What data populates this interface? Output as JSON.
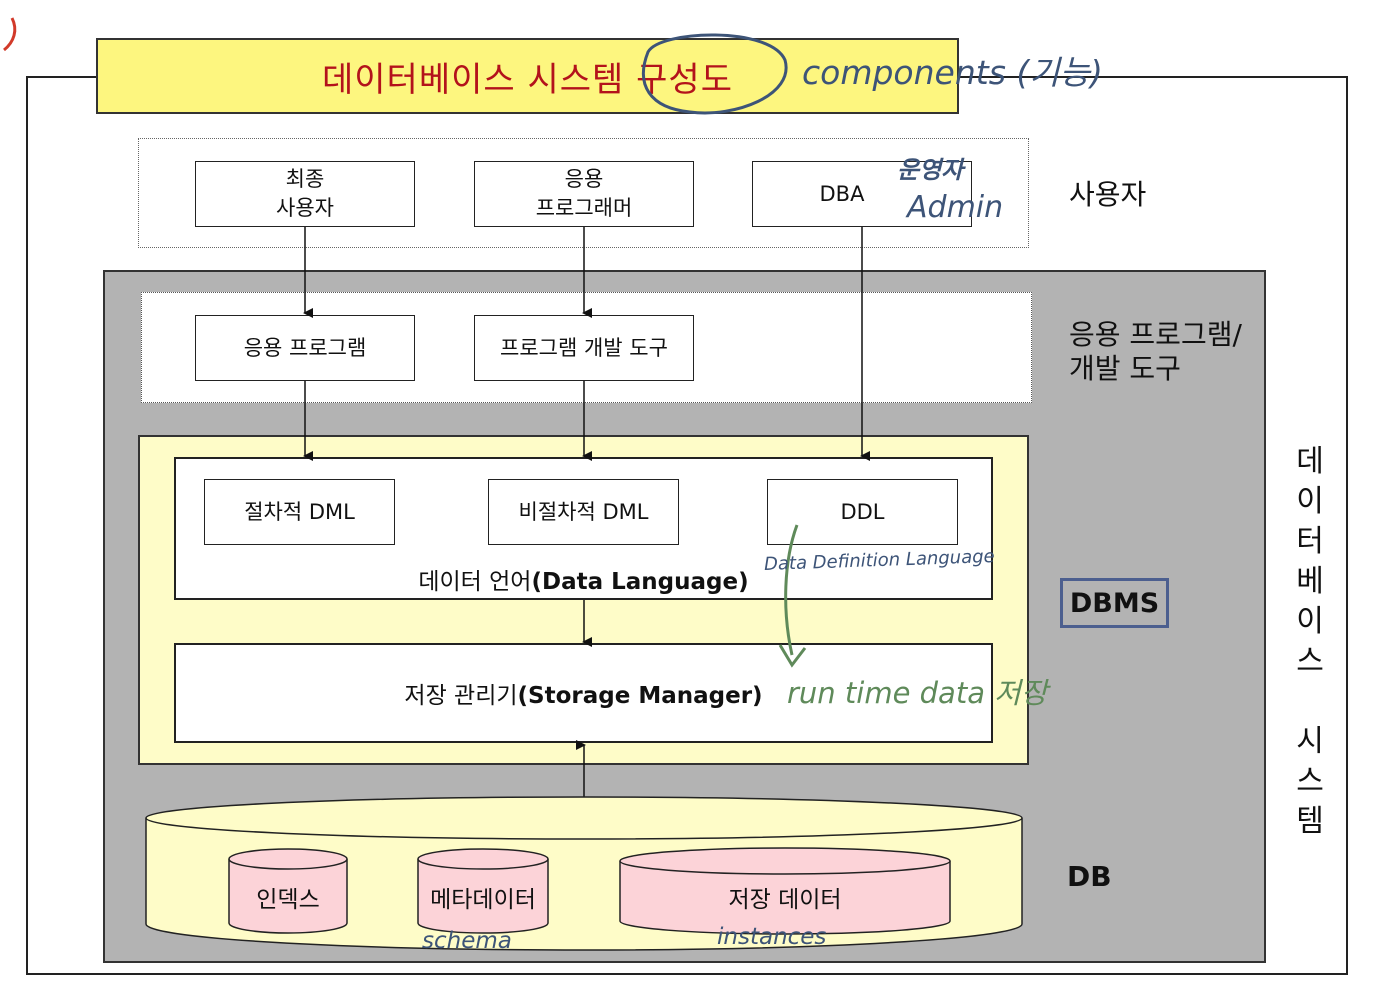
{
  "title": {
    "main": "데이터베이스 시스템 구성도"
  },
  "users": {
    "end_user": [
      "최종",
      "사용자"
    ],
    "app_programmer": [
      "응용",
      "프로그래머"
    ],
    "dba": "DBA"
  },
  "apps": {
    "app_program": "응용 프로그램",
    "dev_tool": "프로그램 개발 도구"
  },
  "dbms": {
    "procedural_dml": "절차적 DML",
    "nonprocedural_dml": "비절차적 DML",
    "ddl": "DDL",
    "data_language_ko": "데이터 언어",
    "data_language_en": "(Data Language)",
    "storage_manager_ko": "저장 관리기",
    "storage_manager_en": "(Storage Manager)"
  },
  "db": {
    "index": "인덱스",
    "metadata": "메타데이터",
    "stored_data": "저장 데이터"
  },
  "side_labels": {
    "users": "사용자",
    "apps_line1": "응용 프로그램/",
    "apps_line2": "개발 도구",
    "dbms": "DBMS",
    "db": "DB",
    "system_vertical": [
      "데",
      "이",
      "터",
      "베",
      "이",
      "스",
      "",
      "시",
      "스",
      "템"
    ]
  },
  "handwritten_notes": {
    "components": "components (기능)",
    "operator": "운영자",
    "admin": "Admin",
    "ddl_full": "Data Definition Language",
    "runtime": "run time data 저장",
    "schema": "schema",
    "instances": "instances"
  },
  "colors": {
    "title_fill": "#fdf67f",
    "title_text": "#b3121b",
    "dbms_fill": "#fefcc8",
    "gray_fill": "#b3b3b3",
    "cylinder_fill": "#fcd3d8",
    "ink_blue": "#3d5478",
    "ink_green": "#5f8a5a",
    "ink_red": "#d23a2a"
  }
}
